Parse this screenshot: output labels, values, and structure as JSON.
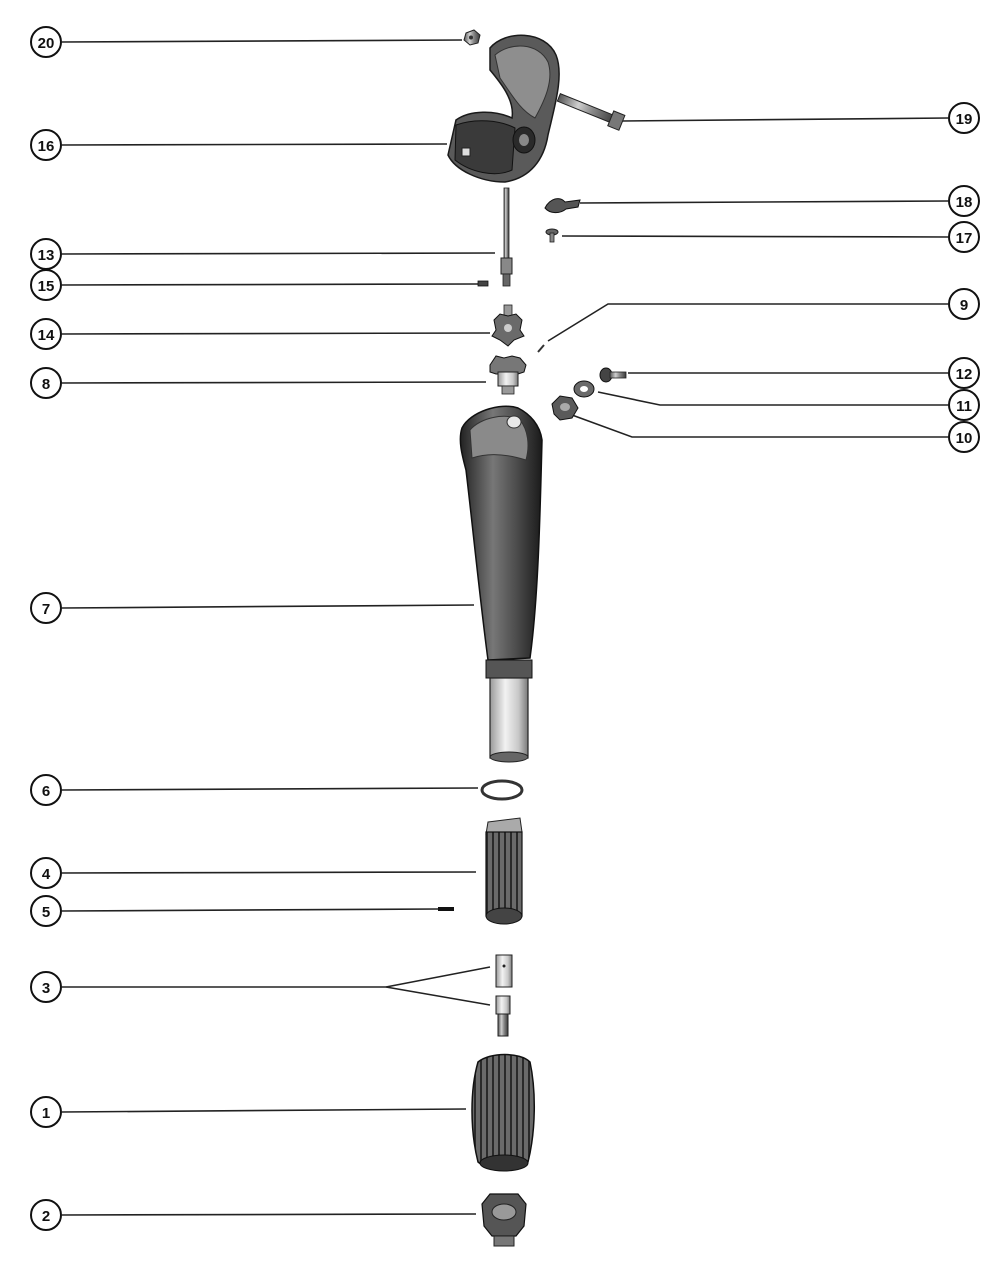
{
  "callouts": [
    {
      "id": "20",
      "label": "20"
    },
    {
      "id": "16",
      "label": "16"
    },
    {
      "id": "19",
      "label": "19"
    },
    {
      "id": "18",
      "label": "18"
    },
    {
      "id": "17",
      "label": "17"
    },
    {
      "id": "13",
      "label": "13"
    },
    {
      "id": "15",
      "label": "15"
    },
    {
      "id": "9",
      "label": "9"
    },
    {
      "id": "14",
      "label": "14"
    },
    {
      "id": "12",
      "label": "12"
    },
    {
      "id": "8",
      "label": "8"
    },
    {
      "id": "11",
      "label": "11"
    },
    {
      "id": "10",
      "label": "10"
    },
    {
      "id": "7",
      "label": "7"
    },
    {
      "id": "6",
      "label": "6"
    },
    {
      "id": "4",
      "label": "4"
    },
    {
      "id": "5",
      "label": "5"
    },
    {
      "id": "3",
      "label": "3"
    },
    {
      "id": "1",
      "label": "1"
    },
    {
      "id": "2",
      "label": "2"
    }
  ]
}
